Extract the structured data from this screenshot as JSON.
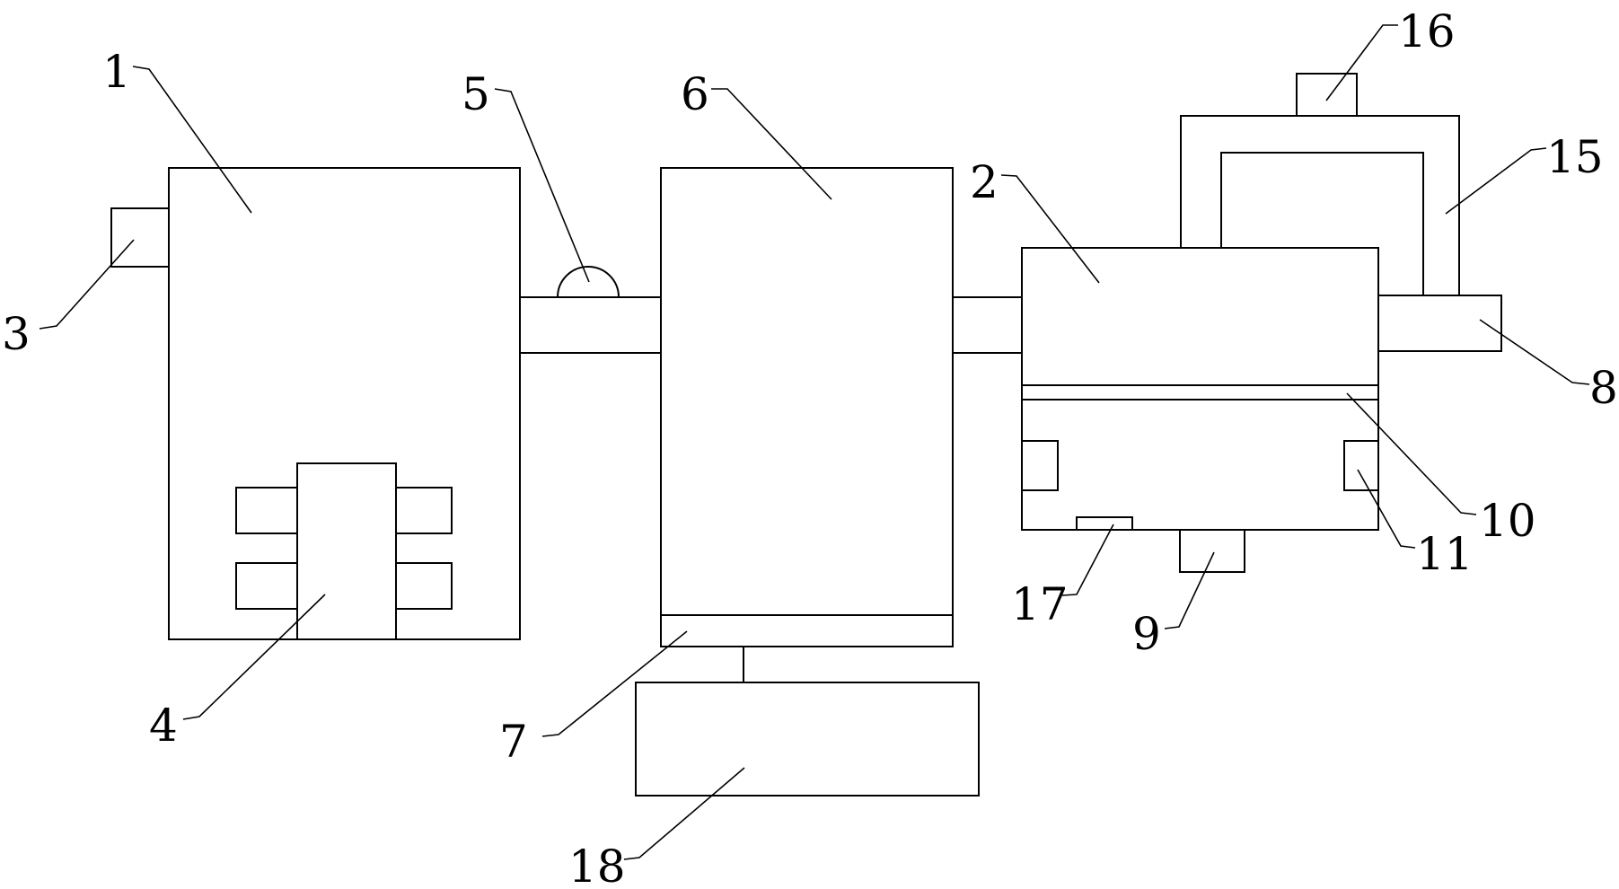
{
  "diagram": {
    "line_color": "#000000",
    "background": "#ffffff",
    "labels": {
      "l1": "1",
      "l2": "2",
      "l3": "3",
      "l4": "4",
      "l5": "5",
      "l6": "6",
      "l7": "7",
      "l8": "8",
      "l9": "9",
      "l10": "10",
      "l11": "11",
      "l15": "15",
      "l16": "16",
      "l17": "17",
      "l18": "18"
    }
  }
}
